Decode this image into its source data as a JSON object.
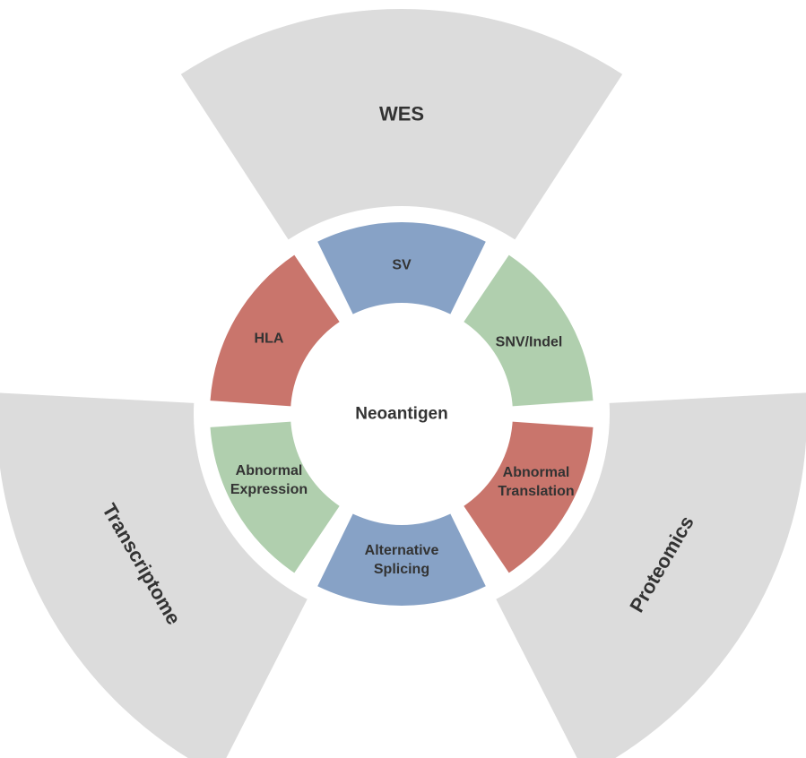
{
  "center": {
    "label": "Neoantigen"
  },
  "outer_segments": [
    {
      "label": "WES",
      "color": "#dcdcdc"
    },
    {
      "label": "Proteomics",
      "color": "#dcdcdc"
    },
    {
      "label": "Transcriptome",
      "color": "#dcdcdc"
    }
  ],
  "inner_segments": [
    {
      "label": [
        "SV"
      ],
      "color": "#87a2c6"
    },
    {
      "label": [
        "SNV/Indel"
      ],
      "color": "#b0cfae"
    },
    {
      "label": [
        "Abnormal",
        "Translation"
      ],
      "color": "#c9756c"
    },
    {
      "label": [
        "Alternative",
        "Splicing"
      ],
      "color": "#87a2c6"
    },
    {
      "label": [
        "Abnormal",
        "Expression"
      ],
      "color": "#b0cfae"
    },
    {
      "label": [
        "HLA"
      ],
      "color": "#c9756c"
    }
  ]
}
